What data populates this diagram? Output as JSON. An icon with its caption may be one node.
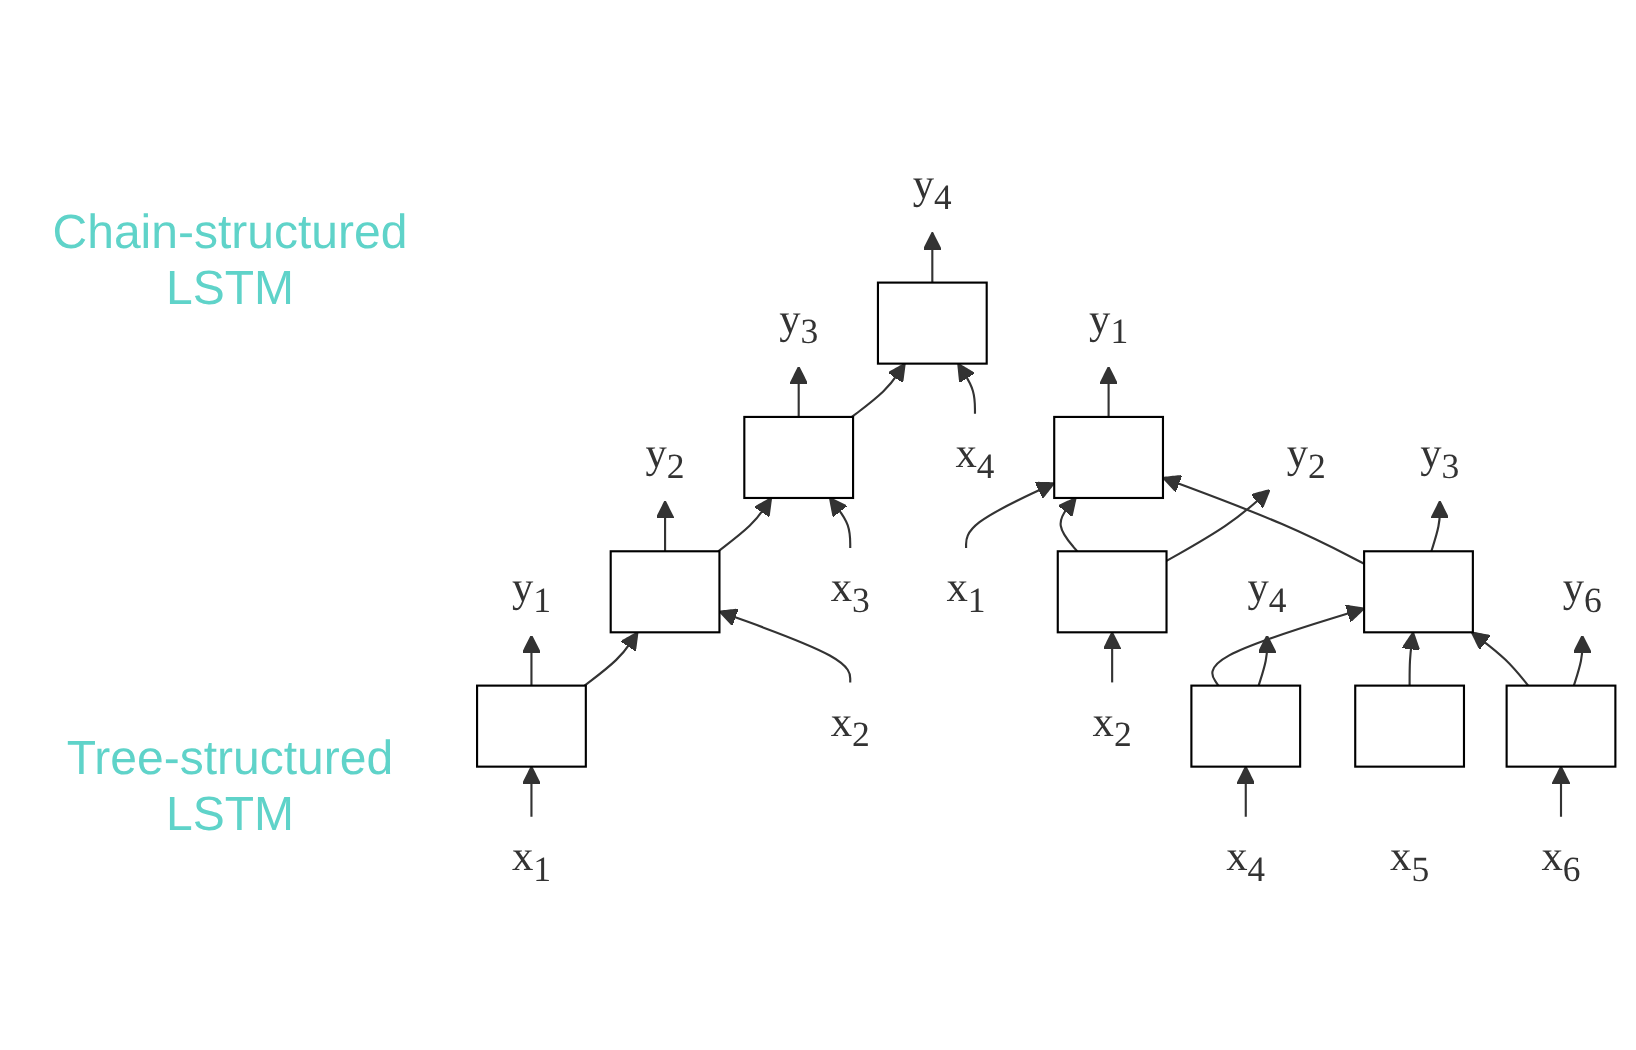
{
  "diagram": {
    "nodes": [
      {
        "text": [
          "y$_{1}$"
        ]
      },
      {
        "text": [
          "y$_{2}$"
        ]
      },
      {
        "text": [
          "y$_{3}$"
        ]
      },
      {
        "text": [
          "y$_{4}$"
        ]
      },
      {
        "text": [],
        "shape": "box"
      },
      {
        "text": [],
        "shape": "box"
      },
      {
        "text": [],
        "shape": "box"
      },
      {
        "text": [],
        "shape": "box"
      },
      {
        "text": [
          "x$_{1}$"
        ]
      },
      {
        "text": [
          "x$_{2}$"
        ]
      },
      {
        "text": [
          "x$_{3}$"
        ]
      },
      {
        "text": [
          "x$_{4}$"
        ]
      },
      {
        "text": [
          "y$_{1}$"
        ]
      },
      {
        "text": [],
        "shape": "box"
      },
      {
        "text": [
          "y$_{2}$"
        ]
      },
      {
        "text": [
          "y$_{3}$"
        ]
      },
      {
        "text": [
          "x$_{1}$"
        ]
      },
      {
        "text": [],
        "shape": "box"
      },
      {
        "text": [],
        "shape": "box"
      },
      {
        "text": [
          "y$_{4}$"
        ]
      },
      {
        "text": [
          "y$_{6}$"
        ]
      },
      {
        "text": [
          "x$_{2}$"
        ]
      },
      {
        "text": [],
        "shape": "box"
      },
      {
        "text": [],
        "shape": "box"
      },
      {
        "text": [],
        "shape": "box"
      },
      {
        "text": [
          "x$_{4}$"
        ]
      },
      {
        "text": [
          "x$_{5}$"
        ]
      },
      {
        "text": [
          "x$_{6}$"
        ]
      }
    ],
    "edges": [
      {
        "from": 8,
        "to": 4,
        "arrow": "to"
      },
      {
        "from": 4,
        "to": 0,
        "arrow": "to"
      },
      {
        "from": 4,
        "to": 5,
        "arrow": "to"
      },
      {
        "from": 9,
        "to": 5,
        "arrow": "to"
      },
      {
        "from": 5,
        "to": 1,
        "arrow": "to"
      },
      {
        "from": 5,
        "to": 6,
        "arrow": "to"
      },
      {
        "from": 10,
        "to": 6,
        "arrow": "to"
      },
      {
        "from": 6,
        "to": 2,
        "arrow": "to"
      },
      {
        "from": 6,
        "to": 7,
        "arrow": "to"
      },
      {
        "from": 11,
        "to": 7,
        "arrow": "to"
      },
      {
        "from": 7,
        "to": 3,
        "arrow": "to"
      },
      {
        "from": 13,
        "to": 12,
        "arrow": "to"
      },
      {
        "from": 16,
        "to": 13,
        "arrow": "to"
      },
      {
        "from": 17,
        "to": 13,
        "arrow": "to"
      },
      {
        "from": 18,
        "to": 13,
        "arrow": "to"
      },
      {
        "from": 17,
        "to": 14,
        "arrow": "to"
      },
      {
        "from": 21,
        "to": 17,
        "arrow": "to"
      },
      {
        "from": 18,
        "to": 15,
        "arrow": "to"
      },
      {
        "from": 22,
        "to": 18,
        "arrow": "to"
      },
      {
        "from": 23,
        "to": 18,
        "arrow": "to"
      },
      {
        "from": 24,
        "to": 18,
        "arrow": "to"
      },
      {
        "from": 22,
        "to": 19,
        "arrow": "to"
      },
      {
        "from": 24,
        "to": 20,
        "arrow": "to"
      },
      {
        "from": 25,
        "to": 22,
        "arrow": "to"
      },
      {
        "from": 27,
        "to": 24,
        "arrow": "to"
      }
    ],
    "labels": [
      "Chain-structured LSTM",
      "Tree-structured LSTM"
    ]
  }
}
